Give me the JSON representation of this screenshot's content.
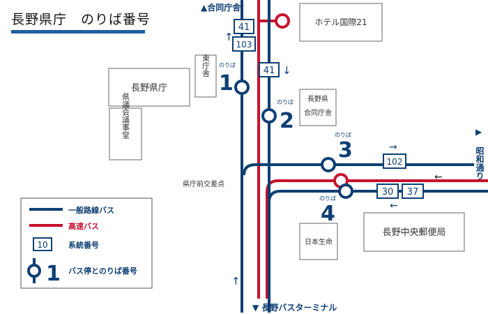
{
  "header": {
    "title": "長野県庁　のりば番号"
  },
  "destinations": {
    "godo_chosha": "▲合同庁舎",
    "nagano_bus_terminal": "▼ 長野バスターミナル",
    "showa_dori": "昭和通り",
    "showa_dori_arrow": "▶"
  },
  "buildings": {
    "nagano_kencho": "長野県庁",
    "kengikai_gijido": "県議会議事堂",
    "higashi_chosha": "東庁舎",
    "nagano_godo_chosha": [
      "長野県",
      "合同庁舎"
    ],
    "hotel": "ホテル国際21",
    "nippon_seimei": "日本生命",
    "post_office": "長野中央郵便局"
  },
  "intersection": "県庁前交差点",
  "stops": [
    {
      "number": "1",
      "label": "のりば",
      "type": "local"
    },
    {
      "number": "2",
      "label": "のりば",
      "type": "local"
    },
    {
      "number": "3",
      "label": "のりば",
      "type": "local"
    },
    {
      "number": "4",
      "label": "のりば",
      "type": "local"
    }
  ],
  "route_numbers": {
    "north_a": "41",
    "north_b": "103",
    "south": "41",
    "east": "102",
    "west_a": "30",
    "west_b": "37"
  },
  "arrows": {
    "up": "↑",
    "down": "↓",
    "right": "→",
    "left": "←"
  },
  "legend": {
    "local_bus": "一般路線バス",
    "express_bus": "高速バス",
    "route_number_sample": "10",
    "route_number": "系統番号",
    "stop_sample_number": "1",
    "stop_number": "バス停とのりば番号"
  },
  "colors": {
    "local_bus": "#0d3f73",
    "express_bus": "#c8102e",
    "title_rule": "#1f5f9e"
  }
}
